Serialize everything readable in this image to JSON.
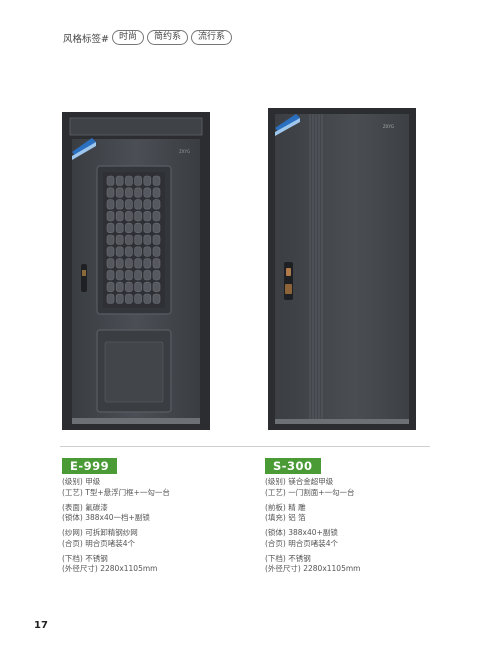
{
  "header": {
    "label": "风格标签#",
    "tags": [
      "时尚",
      "简约系",
      "流行系"
    ]
  },
  "doors": [
    {
      "model": "E-999",
      "brand_mark": "ZXYG",
      "specs": [
        [
          "(级别) 甲级",
          "(工艺) T型+悬浮门框+一勾一台"
        ],
        [
          "(表面) 氟碳漆",
          "(锁体) 388x40一档+副锁"
        ],
        [
          "(纱网) 可拆卸精钢纱网",
          "(合页) 明合页啫装4个"
        ],
        [
          "(下档) 不锈钢",
          "(外径尺寸) 2280x1105mm"
        ]
      ]
    },
    {
      "model": "S-300",
      "brand_mark": "ZXYG",
      "specs": [
        [
          "(级别) 镁合金超甲级",
          "(工艺) 一门割面+一勾一台"
        ],
        [
          "(前板) 精 雕",
          "(填充) 铝 箔"
        ],
        [
          "(锁体) 388x40+副锁",
          "(合页) 明合页啫装4个"
        ],
        [
          "(下档) 不锈钢",
          "(外径尺寸) 2280x1105mm"
        ]
      ]
    }
  ],
  "colors": {
    "badge": "#4a9a36",
    "door_frame": "#2b2d31",
    "door_panel": "#45484d",
    "seal_blue": "#2a6fc0"
  },
  "page_number": "17"
}
